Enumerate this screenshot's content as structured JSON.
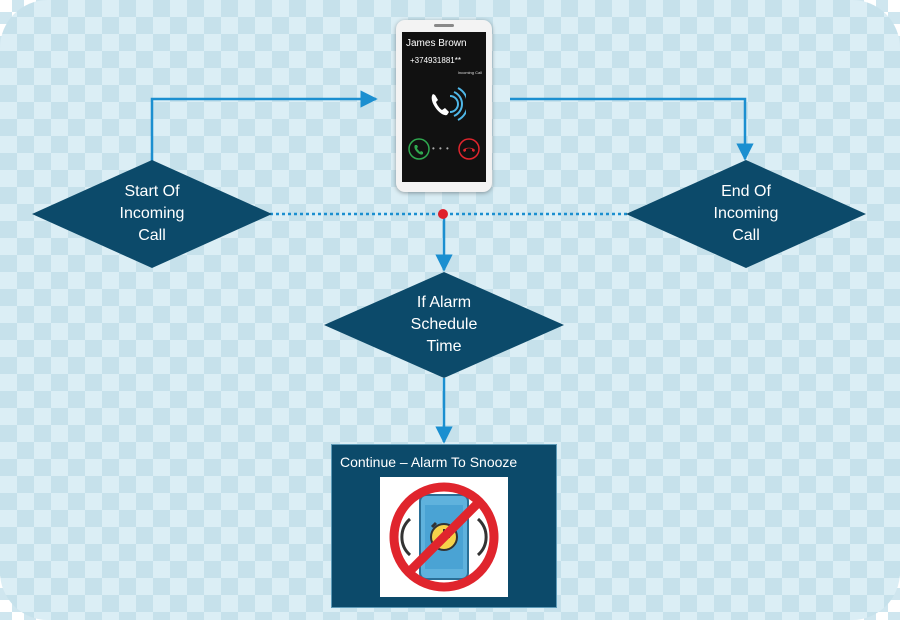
{
  "nodes": {
    "start": {
      "lines": [
        "Start Of",
        "Incoming",
        "Call"
      ]
    },
    "end": {
      "lines": [
        "End Of",
        "Incoming",
        "Call"
      ]
    },
    "decision": {
      "lines": [
        "If Alarm",
        "Schedule",
        "Time"
      ]
    },
    "action": {
      "title": "Continue – Alarm To Snooze",
      "icon": "no-alarm-icon"
    }
  },
  "phone": {
    "caller_name": "James Brown",
    "caller_number": "+374931881**",
    "status": "Incoming Call",
    "icons": [
      "ringing-phone-icon",
      "accept-call-icon",
      "decline-call-icon"
    ]
  },
  "colors": {
    "node_fill": "#0c4a6a",
    "arrow": "#1b8fd0",
    "junction": "#e0202a",
    "accept": "#2fa84f",
    "decline": "#e0252d"
  }
}
